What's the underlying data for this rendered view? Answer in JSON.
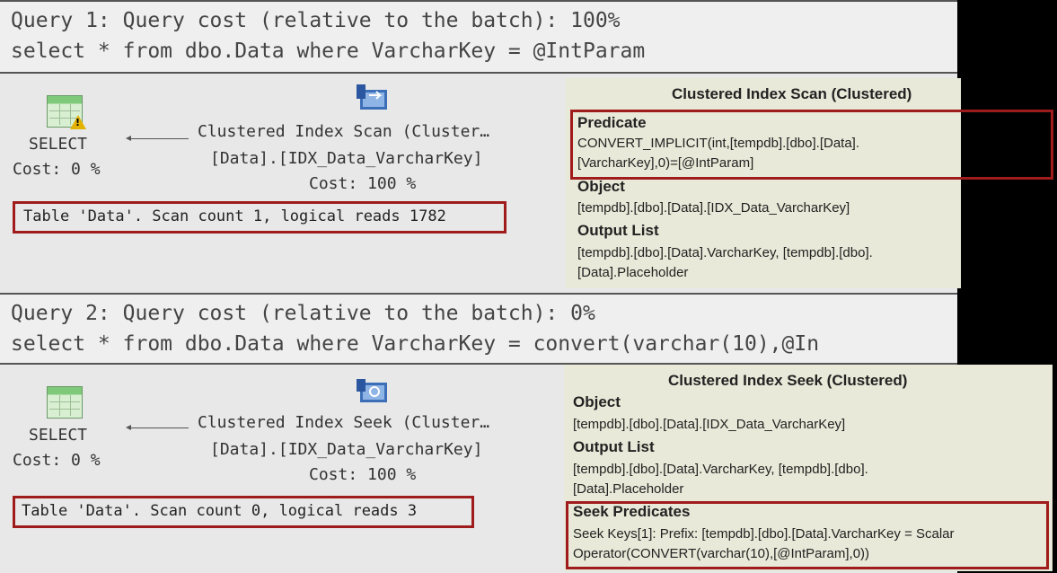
{
  "query1": {
    "header": "Query 1: Query cost (relative to the batch): 100%",
    "sql": "select * from dbo.Data where VarcharKey = @IntParam",
    "select_label": "SELECT",
    "select_cost": "Cost: 0 %",
    "op_name": "Clustered Index Scan (Cluster…",
    "op_object": "[Data].[IDX_Data_VarcharKey]",
    "op_cost": "Cost: 100 %",
    "stats": "Table 'Data'. Scan count 1, logical reads 1782",
    "tooltip": {
      "title": "Clustered Index Scan (Clustered)",
      "predicate_label": "Predicate",
      "predicate_value": "CONVERT_IMPLICIT(int,[tempdb].[dbo].[Data].[VarcharKey],0)=[@IntParam]",
      "object_label": "Object",
      "object_value": "[tempdb].[dbo].[Data].[IDX_Data_VarcharKey]",
      "output_label": "Output List",
      "output_value": "[tempdb].[dbo].[Data].VarcharKey, [tempdb].[dbo].[Data].Placeholder"
    }
  },
  "query2": {
    "header": "Query 2: Query cost (relative to the batch): 0%",
    "sql": "select * from dbo.Data where VarcharKey = convert(varchar(10),@In",
    "select_label": "SELECT",
    "select_cost": "Cost: 0 %",
    "op_name": "Clustered Index Seek (Cluster…",
    "op_object": "[Data].[IDX_Data_VarcharKey]",
    "op_cost": "Cost: 100 %",
    "stats": "Table 'Data'. Scan count 0, logical reads 3",
    "tooltip": {
      "title": "Clustered Index Seek (Clustered)",
      "object_label": "Object",
      "object_value": "[tempdb].[dbo].[Data].[IDX_Data_VarcharKey]",
      "output_label": "Output List",
      "output_value": "[tempdb].[dbo].[Data].VarcharKey, [tempdb].[dbo].[Data].Placeholder",
      "seek_label": "Seek Predicates",
      "seek_value": "Seek Keys[1]: Prefix: [tempdb].[dbo].[Data].VarcharKey = Scalar Operator(CONVERT(varchar(10),[@IntParam],0))"
    }
  },
  "colors": {
    "highlight_border": "#a01c1c",
    "tooltip_bg": "#e9e9d9",
    "pane_bg": "#e8e8e8"
  }
}
